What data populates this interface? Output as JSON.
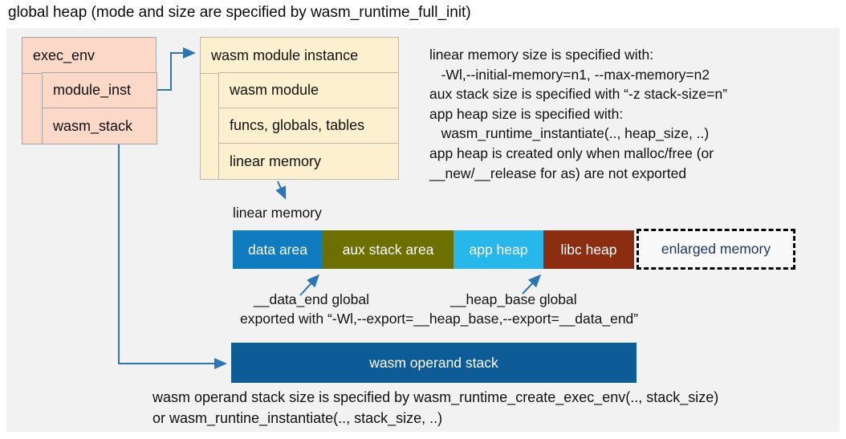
{
  "title": "global heap (mode and size are specified by wasm_runtime_full_init)",
  "exec_env": {
    "title": "exec_env",
    "rows": [
      "module_inst",
      "wasm_stack"
    ]
  },
  "module_instance": {
    "title": "wasm module instance",
    "rows": [
      "wasm module",
      "funcs, globals, tables",
      "linear memory"
    ]
  },
  "notes_right": {
    "lines": [
      "linear memory size is specified with:",
      "   -Wl,--initial-memory=n1, --max-memory=n2",
      "aux stack size is specified with “-z stack-size=n”",
      "app heap size is specified with:",
      "   wasm_runtime_instantiate(.., heap_size, ..)",
      "app heap is created only when malloc/free (or",
      "__new/__release for as) are not exported"
    ]
  },
  "linear_memory": {
    "label": "linear memory",
    "segments": [
      {
        "label": "data area",
        "color": "#0f7cc0"
      },
      {
        "label": "aux stack area",
        "color": "#6d7000"
      },
      {
        "label": "app heap",
        "color": "#27b7ea"
      },
      {
        "label": "libc heap",
        "color": "#8c2c10"
      },
      {
        "label": "enlarged memory",
        "color": null,
        "style": "dashed-outline",
        "text_color": "#1f3864"
      }
    ],
    "annotations": {
      "data_end_label": "__data_end global",
      "heap_base_label": "__heap_base global",
      "exported_line": "exported with “-Wl,--export=__heap_base,--export=__data_end”"
    }
  },
  "operand_stack": {
    "label": "wasm operand stack",
    "color": "#0d5c98"
  },
  "notes_bottom": {
    "lines": [
      "wasm operand stack size is specified by wasm_runtime_create_exec_env(.., stack_size)",
      "or wasm_runtine_instantiate(.., stack_size, ..)"
    ]
  },
  "colors": {
    "panel_background": "#f2f2f2",
    "exec_env_fill": "#fbd8c7",
    "module_instance_fill": "#fdf0ce",
    "connector_arrow": "#2e75b6",
    "enlarged_memory_text": "#1f3864"
  }
}
